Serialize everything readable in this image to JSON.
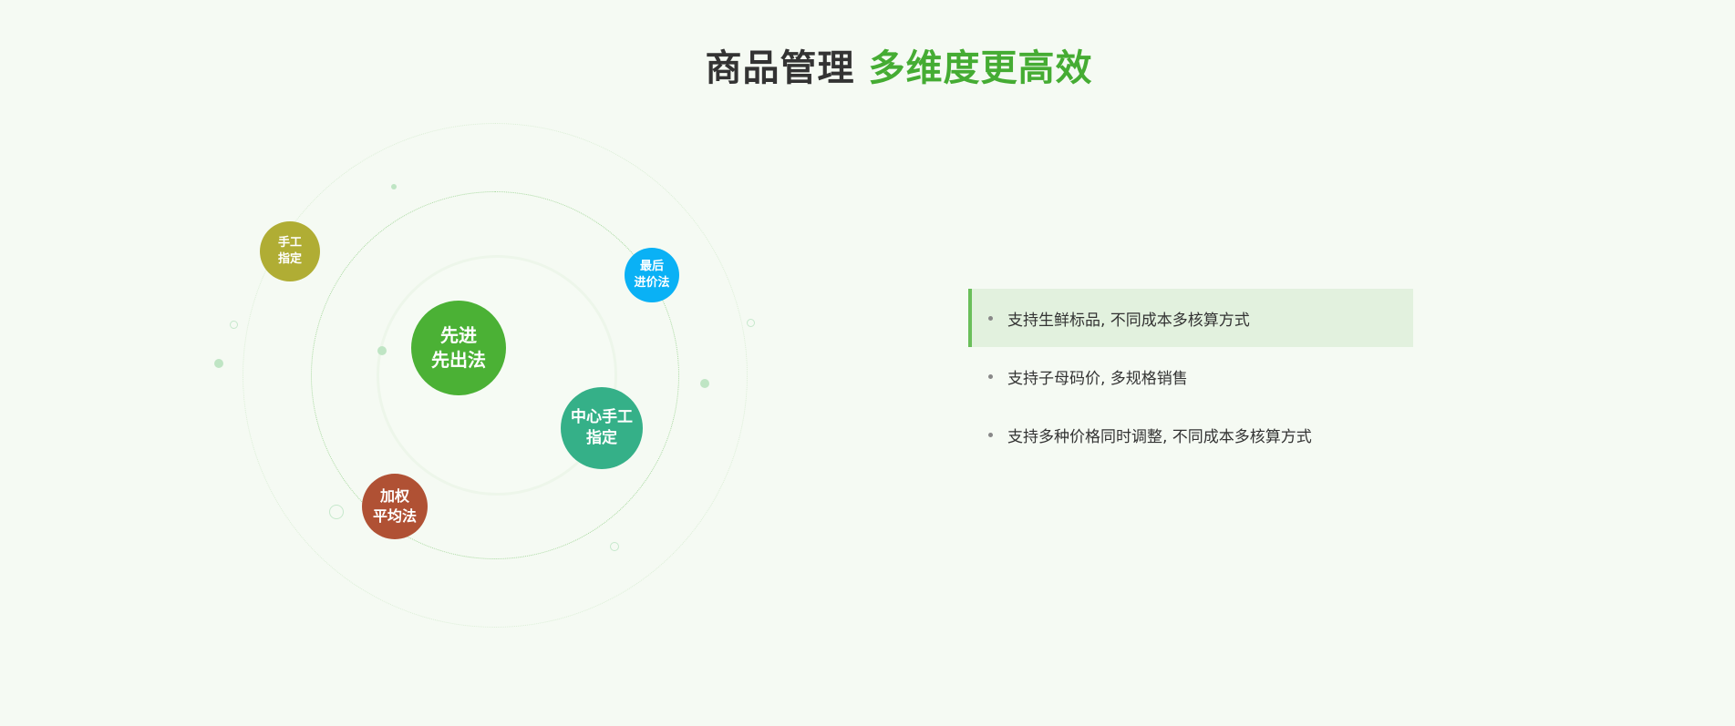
{
  "title": {
    "main": "商品管理",
    "accent": "多维度更高效"
  },
  "methods": [
    {
      "label1": "手工",
      "label2": "指定",
      "color": "#b0ad34"
    },
    {
      "label1": "最后",
      "label2": "进价法",
      "color": "#0ab1f5"
    },
    {
      "label1": "先进",
      "label2": "先出法",
      "color": "#4bb135"
    },
    {
      "label1": "中心手工",
      "label2": "指定",
      "color": "#35b088"
    },
    {
      "label1": "加权",
      "label2": "平均法",
      "color": "#b05134"
    }
  ],
  "features": [
    {
      "text": "支持生鲜标品, 不同成本多核算方式",
      "active": true
    },
    {
      "text": "支持子母码价, 多规格销售",
      "active": false
    },
    {
      "text": "支持多种价格同时调整, 不同成本多核算方式",
      "active": false
    }
  ]
}
